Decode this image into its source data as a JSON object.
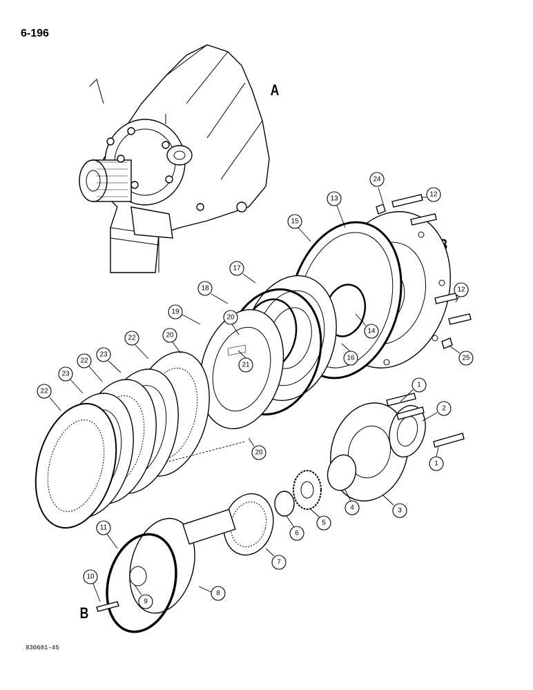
{
  "page": {
    "number": "6-196",
    "figure_code": "830681-45"
  },
  "view_letters": [
    {
      "id": "A",
      "text": "A"
    },
    {
      "id": "B",
      "text": "B"
    },
    {
      "id": "A",
      "text": "A"
    },
    {
      "id": "B",
      "text": "B"
    }
  ],
  "callouts": [
    "24",
    "12",
    "13",
    "15",
    "17",
    "18",
    "19",
    "20",
    "20",
    "21",
    "22",
    "23",
    "22",
    "23",
    "22",
    "14",
    "16",
    "12",
    "25",
    "1",
    "2",
    "1",
    "3",
    "4",
    "5",
    "6",
    "7",
    "8",
    "9",
    "10",
    "11",
    "20"
  ]
}
